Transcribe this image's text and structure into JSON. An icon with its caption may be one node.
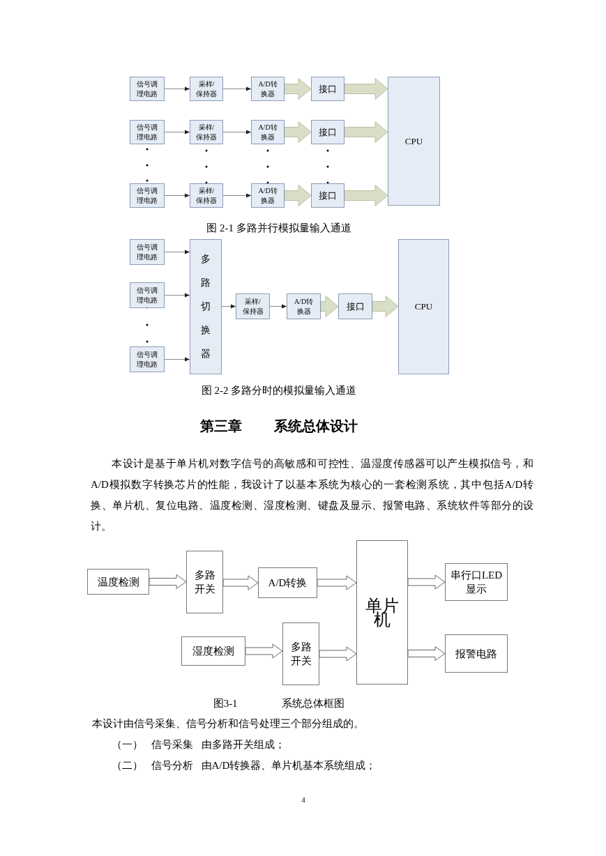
{
  "diagram": {
    "nodes": [
      {
        "text": [
          "信号调理电路"
        ]
      },
      {
        "text": [
          "采样/保持器"
        ]
      },
      {
        "text": [
          "A/D转换器"
        ]
      },
      {
        "text": [
          "接口"
        ]
      },
      {
        "text": [
          "信号调理电路"
        ]
      },
      {
        "text": [
          "采样/保持器"
        ]
      },
      {
        "text": [
          "A/D转换器"
        ]
      },
      {
        "text": [
          "接口"
        ]
      },
      {
        "text": [
          "信号调理电路"
        ]
      },
      {
        "text": [
          "采样/保持器"
        ]
      },
      {
        "text": [
          "A/D转换器"
        ]
      },
      {
        "text": [
          "接口"
        ]
      },
      {
        "text": [
          "CPU"
        ]
      },
      {
        "text": [
          "信号调理电路"
        ]
      },
      {
        "text": [
          "信号调理电路"
        ]
      },
      {
        "text": [
          "信号调理电路"
        ]
      },
      {
        "text": [
          "多路切换器"
        ]
      },
      {
        "text": [
          "采样/保持器"
        ]
      },
      {
        "text": [
          "A/D转换器"
        ]
      },
      {
        "text": [
          "接口"
        ]
      },
      {
        "text": [
          "CPU"
        ]
      },
      {
        "text": [
          "温度检测"
        ]
      },
      {
        "text": [
          "多路开关"
        ]
      },
      {
        "text": [
          "A/D转换"
        ]
      },
      {
        "text": [
          "单片机"
        ]
      },
      {
        "text": [
          "串行口LED显示"
        ]
      },
      {
        "text": [
          "湿度检测"
        ]
      },
      {
        "text": [
          "多路开关"
        ]
      },
      {
        "text": [
          "报警电路"
        ]
      }
    ],
    "edges": [
      {
        "from": 0,
        "to": 1,
        "arrow": "to"
      },
      {
        "from": 1,
        "to": 2,
        "arrow": "to"
      },
      {
        "from": 2,
        "to": 3,
        "arrow": "to",
        "style": "thick",
        "color": "#d9dec6"
      },
      {
        "from": 3,
        "to": 12,
        "arrow": "to",
        "style": "thick",
        "color": "#d9dec6"
      },
      {
        "from": 4,
        "to": 5,
        "arrow": "to"
      },
      {
        "from": 5,
        "to": 6,
        "arrow": "to"
      },
      {
        "from": 6,
        "to": 7,
        "arrow": "to",
        "style": "thick",
        "color": "#d9dec6"
      },
      {
        "from": 7,
        "to": 12,
        "arrow": "to",
        "style": "thick",
        "color": "#d9dec6"
      },
      {
        "from": 8,
        "to": 9,
        "arrow": "to"
      },
      {
        "from": 9,
        "to": 10,
        "arrow": "to"
      },
      {
        "from": 10,
        "to": 11,
        "arrow": "to",
        "style": "thick",
        "color": "#d9dec6"
      },
      {
        "from": 11,
        "to": 12,
        "arrow": "to",
        "style": "thick",
        "color": "#d9dec6"
      },
      {
        "from": 13,
        "to": 16,
        "arrow": "to"
      },
      {
        "from": 14,
        "to": 16,
        "arrow": "to"
      },
      {
        "from": 15,
        "to": 16,
        "arrow": "to"
      },
      {
        "from": 16,
        "to": 17,
        "arrow": "to"
      },
      {
        "from": 17,
        "to": 18,
        "arrow": "to"
      },
      {
        "from": 18,
        "to": 19,
        "arrow": "to",
        "style": "thick",
        "color": "#d9dec6"
      },
      {
        "from": 19,
        "to": 20,
        "arrow": "to",
        "style": "thick",
        "color": "#d9dec6"
      },
      {
        "from": 21,
        "to": 22,
        "arrow": "to",
        "style": "thick"
      },
      {
        "from": 22,
        "to": 23,
        "arrow": "to",
        "style": "thick"
      },
      {
        "from": 23,
        "to": 24,
        "arrow": "to",
        "style": "thick"
      },
      {
        "from": 24,
        "to": 25,
        "arrow": "to",
        "style": "thick"
      },
      {
        "from": 26,
        "to": 27,
        "arrow": "to",
        "style": "thick"
      },
      {
        "from": 27,
        "to": 24,
        "arrow": "to",
        "style": "thick"
      },
      {
        "from": 24,
        "to": 28,
        "arrow": "to",
        "style": "thick"
      }
    ],
    "labels": [
      "图 2-1 多路并行模拟量输入通道",
      "图 2-2 多路分时的模拟量输入通道",
      "第三章 系统总体设计",
      "本设计是基于单片机对数字信号的高敏感和可控性、温湿度传感器可以产生模拟信号，和A/D模拟数字转换芯片的性能，我设计了以基本系统为核心的一套检测系统，其中包括A/D转换、单片机、复位电路、温度检测、湿度检测、键盘及显示、报警电路、系统软件等部分的设计。",
      "图3-1 系统总体框图",
      "本设计由信号采集、信号分析和信号处理三个部分组成的。",
      "（一） 信号采集 由多路开关组成；",
      "（二） 信号分析 由A/D转换器、单片机基本系统组成；",
      "4"
    ]
  }
}
